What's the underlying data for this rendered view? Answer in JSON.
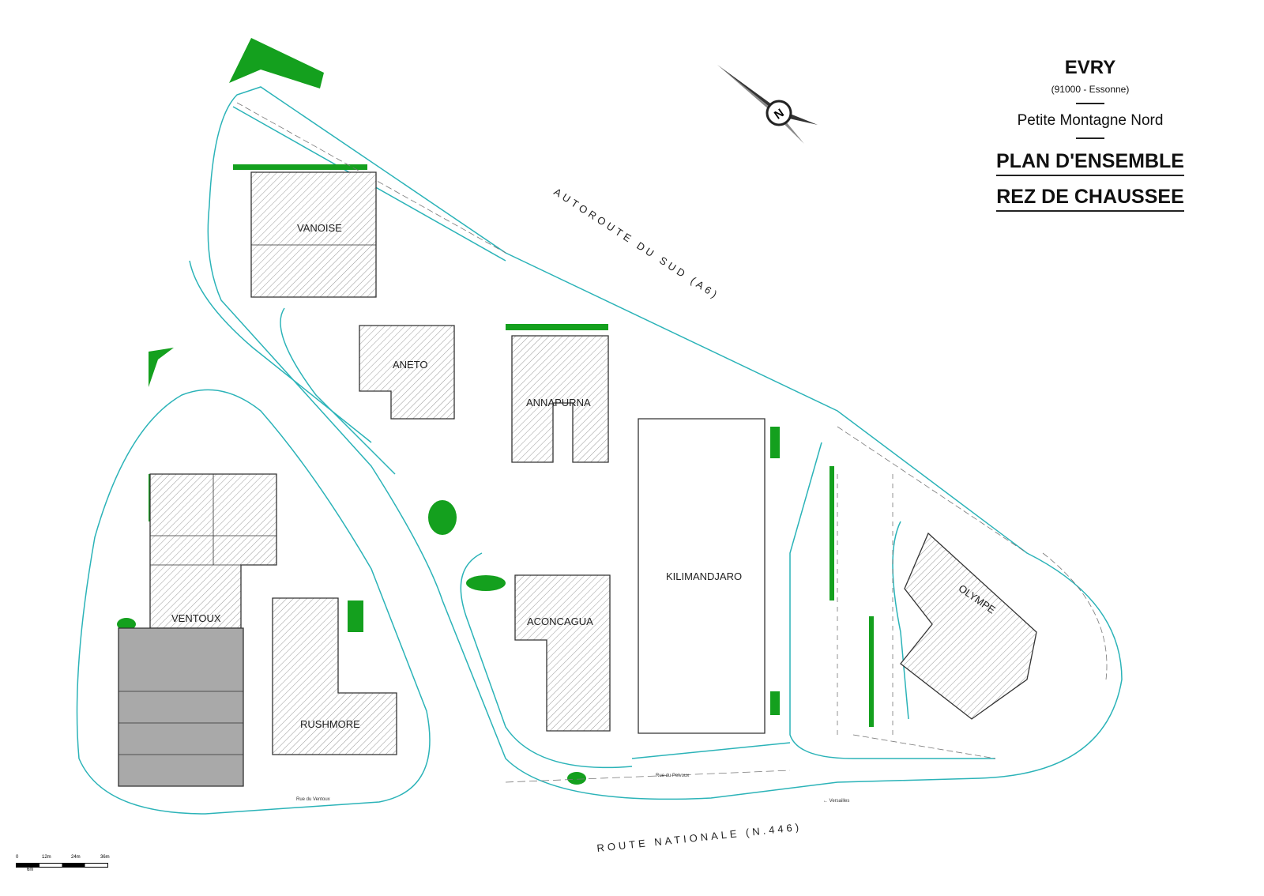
{
  "title_block": {
    "city": "EVRY",
    "department": "(91000 - Essonne)",
    "area": "Petite Montagne Nord",
    "plan_title_1": "PLAN D'ENSEMBLE",
    "plan_title_2": "REZ DE CHAUSSEE"
  },
  "compass": {
    "label": "N"
  },
  "roads": {
    "motorway": "AUTOROUTE  DU  SUD  (A6)",
    "national": "ROUTE  NATIONALE  (N.446)",
    "rue_pelvoux": "Rue du Pelvoux",
    "rue_ventoux": "Rue du Ventoux",
    "versailles": "← Versailles"
  },
  "buildings": {
    "vanoise": "VANOISE",
    "aneto": "ANETO",
    "annapurna": "ANNAPURNA",
    "kilimandjaro": "KILIMANDJARO",
    "olympe": "OLYMPE",
    "aconcagua": "ACONCAGUA",
    "ventoux": "VENTOUX",
    "rushmore": "RUSHMORE"
  },
  "scale_bar": {
    "ticks": [
      "0",
      "12m",
      "24m",
      "36m"
    ],
    "sub": "6m"
  },
  "colors": {
    "road": "#2bb3b8",
    "green": "#14a01e",
    "building": "#555555",
    "shaded": "#a9a9a9"
  }
}
